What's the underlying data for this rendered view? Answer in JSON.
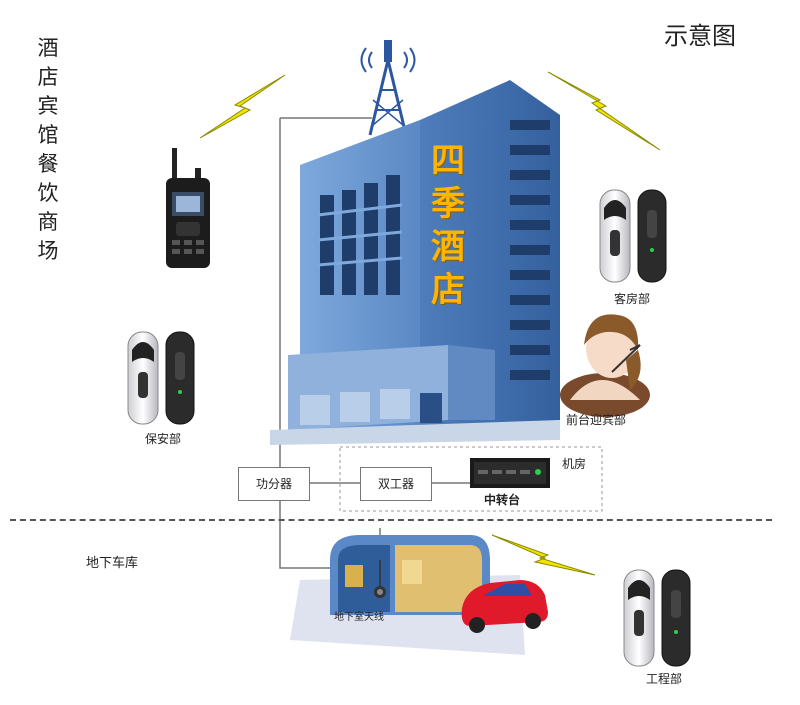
{
  "side_text": [
    "酒",
    "店",
    "宾",
    "馆",
    "餐",
    "饮",
    "商",
    "场"
  ],
  "caption": "示意图",
  "hotel_name": [
    "四",
    "季",
    "酒",
    "店"
  ],
  "departments": {
    "front_desk": "客房部",
    "reception": "前台迎宾部",
    "security": "保安部",
    "engineering": "工程部"
  },
  "equipment": {
    "power_splitter": "功分器",
    "duplexer": "双工器",
    "repeater": "中转台",
    "machine_room": "机房"
  },
  "underground": {
    "garage": "地下车库",
    "antenna": "地下室天线"
  },
  "icons": {
    "handheld_radio": "radio-icon",
    "earpiece_radio": "earpiece-radio-icon",
    "signal": "lightning-signal-icon",
    "tower": "antenna-tower-icon"
  },
  "colors": {
    "building_body": "#6d9bd1",
    "building_dark": "#3f6aa6",
    "hotel_name": "#ffb400",
    "signal": "#f2e400",
    "car": "#e01a2b"
  }
}
